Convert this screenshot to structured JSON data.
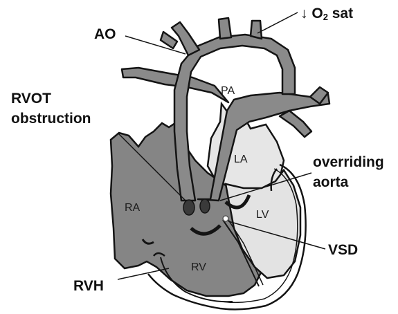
{
  "labels": {
    "ao": "AO",
    "o2_arrow": "↓",
    "o2_o": "O",
    "o2_sub": "2",
    "o2_sat": " sat",
    "rvot_line1": "RVOT",
    "rvot_line2": "obstruction",
    "overriding_line1": "overriding",
    "overriding_line2": "aorta",
    "vsd": "VSD",
    "rvh": "RVH"
  },
  "chambers": {
    "pa": "PA",
    "la": "LA",
    "ra": "RA",
    "lv": "LV",
    "rv": "RV"
  },
  "colors": {
    "vessel_fill": "#8a8a8a",
    "ra_fill": "#858585",
    "la_fill": "#e6e6e6",
    "rv_fill": "#7e7e7e",
    "lv_fill": "#e3e3e3",
    "outline": "#141414"
  }
}
